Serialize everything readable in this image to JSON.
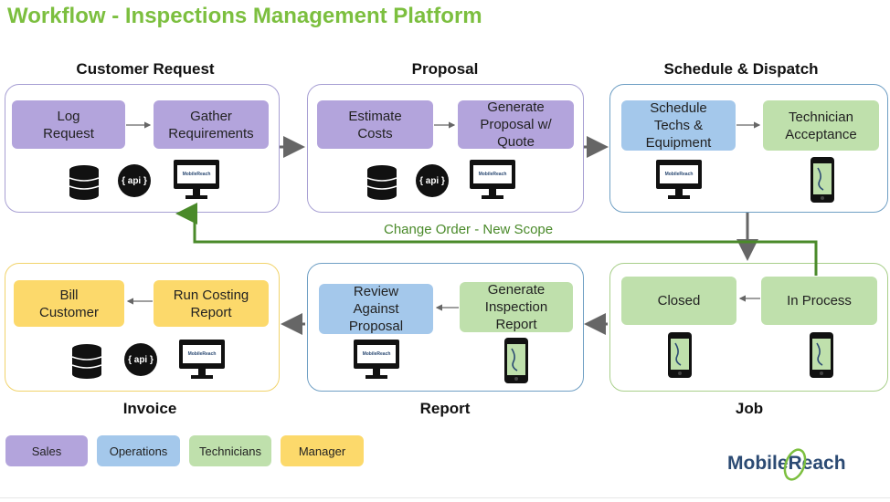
{
  "title": "Workflow - Inspections Management Platform",
  "stages": {
    "customer_request": {
      "title": "Customer Request",
      "boxes": [
        "Log\nRequest",
        "Gather\nRequirements"
      ]
    },
    "proposal": {
      "title": "Proposal",
      "boxes": [
        "Estimate\nCosts",
        "Generate\nProposal w/\nQuote"
      ]
    },
    "schedule_dispatch": {
      "title": "Schedule & Dispatch",
      "boxes": [
        "Schedule\nTechs &\nEquipment",
        "Technician\nAcceptance"
      ]
    },
    "job": {
      "title": "Job",
      "boxes": [
        "Closed",
        "In Process"
      ]
    },
    "report": {
      "title": "Report",
      "boxes": [
        "Review\nAgainst\nProposal",
        "Generate\nInspection\nReport"
      ]
    },
    "invoice": {
      "title": "Invoice",
      "boxes": [
        "Bill\nCustomer",
        "Run Costing\nReport"
      ]
    }
  },
  "change_order_label": "Change Order - New Scope",
  "api_label": "{ api }",
  "monitor_brand": "MobileReach",
  "legend": {
    "sales": "Sales",
    "operations": "Operations",
    "technicians": "Technicians",
    "manager": "Manager"
  },
  "colors": {
    "sales": "#b3a4dc",
    "operations": "#a4c8eb",
    "technicians": "#bfe0ac",
    "manager": "#fcd96b",
    "title": "#7cbf3f",
    "loop_arrow": "#4a8a2a"
  },
  "logo": {
    "text": "MobileReach"
  }
}
